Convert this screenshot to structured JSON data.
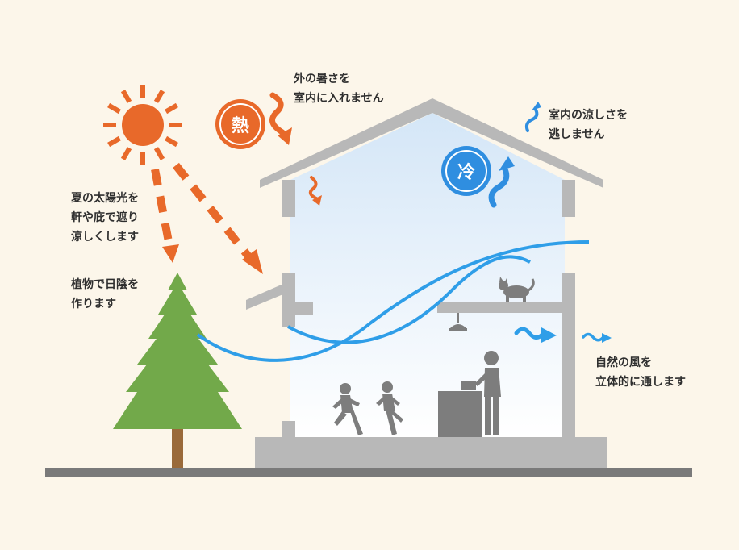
{
  "colors": {
    "background": "#fcf6ea",
    "sun": "#e8692a",
    "heat": "#e8692a",
    "cool": "#2f8ee0",
    "wind": "#2f9ee8",
    "house": "#b8b8b8",
    "tree": "#72a94a",
    "ground": "#7a7a7a",
    "silhouette": "#7d7d7d"
  },
  "badges": {
    "heat": "熱",
    "cool": "冷"
  },
  "labels": {
    "heat_block": [
      "外の暑さを",
      "室内に入れません"
    ],
    "cool_keep": [
      "室内の涼しさを",
      "逃しません"
    ],
    "eaves": [
      "夏の太陽光を",
      "軒や庇で遮り",
      "涼しくします"
    ],
    "plants": [
      "植物で日陰を",
      "作ります"
    ],
    "wind": [
      "自然の風を",
      "立体的に通します"
    ]
  }
}
